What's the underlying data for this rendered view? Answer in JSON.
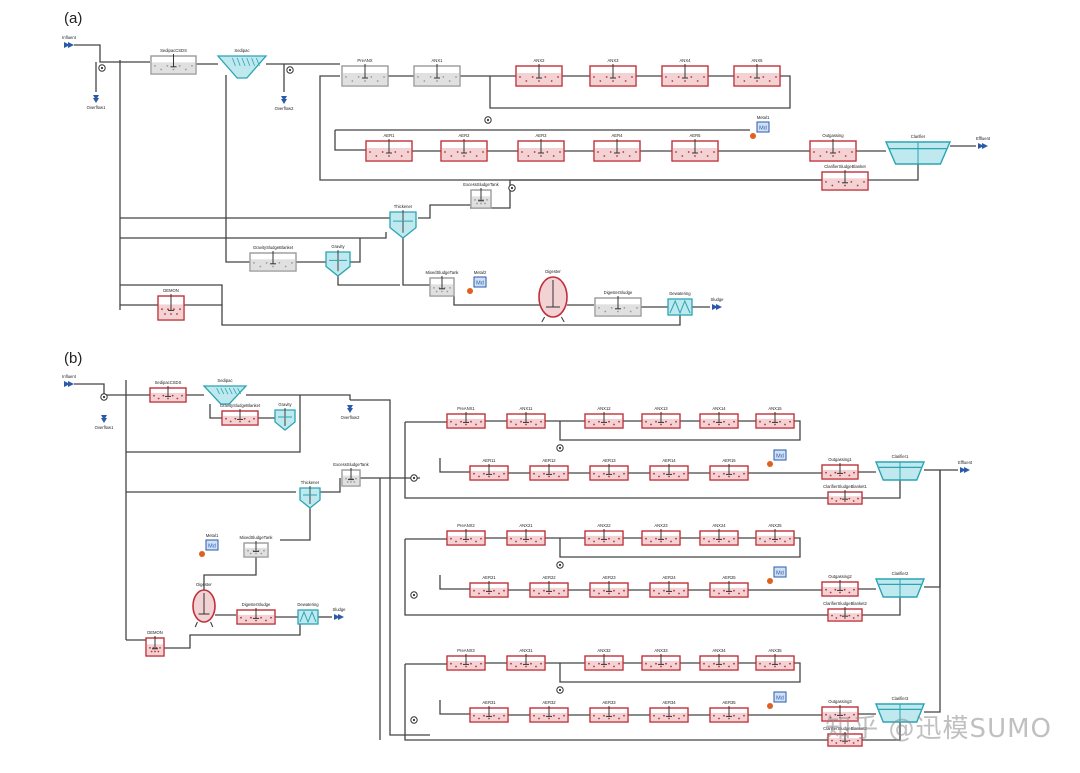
{
  "panels": [
    {
      "label": "(a)",
      "tanks": [
        {
          "name": "Sedipac3D",
          "text": "SedipacCSDS",
          "color": "grey"
        },
        {
          "name": "PreANX",
          "text": "PreANX",
          "color": "grey"
        },
        {
          "name": "ANX1",
          "text": "ANX1",
          "color": "grey"
        },
        {
          "name": "ANX2",
          "text": "ANX2",
          "color": "red"
        },
        {
          "name": "ANX3",
          "text": "ANX3",
          "color": "red"
        },
        {
          "name": "ANX4",
          "text": "ANX4",
          "color": "red"
        },
        {
          "name": "ANX5",
          "text": "ANX5",
          "color": "red"
        },
        {
          "name": "AER1",
          "text": "AER1",
          "color": "red"
        },
        {
          "name": "AER2",
          "text": "AER2",
          "color": "red"
        },
        {
          "name": "AER3",
          "text": "AER3",
          "color": "red"
        },
        {
          "name": "AER4",
          "text": "AER4",
          "color": "red"
        },
        {
          "name": "AER5",
          "text": "AER5",
          "color": "red"
        },
        {
          "name": "Outgassing",
          "text": "Outgassing",
          "color": "red"
        },
        {
          "name": "ClarSludgeBlanket",
          "text": "ClarifierSludgeBlanket",
          "color": "red"
        },
        {
          "name": "GravSludgeBlanket",
          "text": "GravitySludgeBlanket",
          "color": "grey"
        },
        {
          "name": "ExcessSludgeTank",
          "text": "ExcessSludgeTank",
          "color": "grey"
        },
        {
          "name": "MixedSludgeTank",
          "text": "MixedSludgeTank",
          "color": "grey"
        },
        {
          "name": "DigesterSludge",
          "text": "DigesterSludge",
          "color": "grey"
        },
        {
          "name": "DEMON",
          "text": "DEMON",
          "color": "red"
        }
      ],
      "units": {
        "influent": "Influent",
        "effluent": "Effluent",
        "sedipac": "Sedipac",
        "clarifier": "Clarifier",
        "thickener": "Thickener",
        "gravity": "Gravity",
        "digester": "Digester",
        "dewatering": "Dewatering",
        "sludge": "Sludge",
        "overflow1": "Overflow1",
        "overflow2": "Overflow2",
        "metal1": "Metal1",
        "metal2": "Metal2",
        "md": "Md"
      }
    },
    {
      "label": "(b)",
      "units": {
        "influent": "Influent",
        "effluent": "Effluent",
        "sedipac": "Sedipac",
        "sedipac3d": "SedipacCSDS",
        "grav_blanket": "GravitySludgeBlanket",
        "gravity": "Gravity",
        "overflow1": "Overflow1",
        "overflow2": "Overflow2",
        "thickener": "Thickener",
        "excess": "ExcessSludgeTank",
        "metal": "Metal1",
        "mixed": "MixedSludgeTank",
        "digester": "Digester",
        "digsludge": "DigesterSludge",
        "dewatering": "Dewatering",
        "sludge": "Sludge",
        "demon": "DEMON",
        "md": "Md"
      },
      "lanes": [
        {
          "top": [
            "PreANX1",
            "ANX11",
            "ANX12",
            "ANX13",
            "ANX14",
            "ANX15"
          ],
          "bottom": [
            "AER11",
            "AER12",
            "AER13",
            "AER14",
            "AER15"
          ],
          "out": "Outgassing1",
          "clar": "Clarifier1",
          "blanket": "ClarifierSludgeBlanket1"
        },
        {
          "top": [
            "PreANX2",
            "ANX21",
            "ANX22",
            "ANX23",
            "ANX24",
            "ANX25"
          ],
          "bottom": [
            "AER21",
            "AER22",
            "AER23",
            "AER24",
            "AER25"
          ],
          "out": "Outgassing2",
          "clar": "Clarifier2",
          "blanket": "ClarifierSludgeBlanket2"
        },
        {
          "top": [
            "PreANX3",
            "ANX31",
            "ANX32",
            "ANX33",
            "ANX34",
            "ANX35"
          ],
          "bottom": [
            "AER31",
            "AER32",
            "AER33",
            "AER34",
            "AER35"
          ],
          "out": "Outgassing3",
          "clar": "Clarifier3",
          "blanket": "ClarifierSludgeBlanket3"
        }
      ]
    }
  ],
  "watermark": "知乎 @迅模SUMO",
  "colors": {
    "red_fill": "#c0303a",
    "red_light": "#f3d2d4",
    "grey_fill": "#9a9a9a",
    "grey_light": "#e0e0e0",
    "teal": "#2aa5b3",
    "teal_light": "#bfe9ee",
    "pipe": "#444444",
    "blue": "#2a5aa8",
    "orange": "#e06020"
  }
}
